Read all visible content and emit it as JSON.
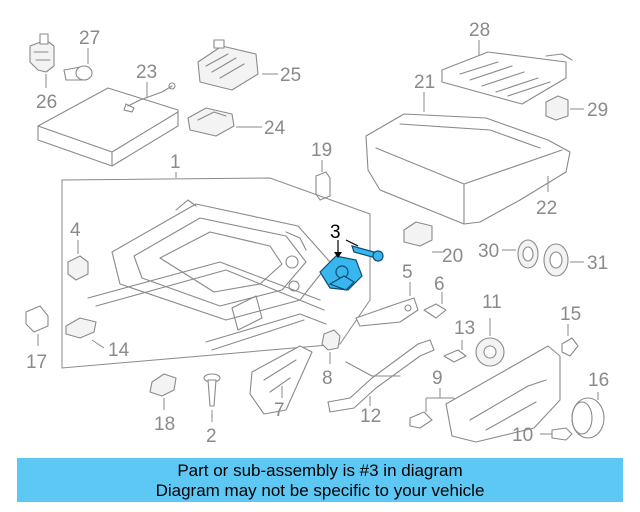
{
  "callouts": {
    "c1": "1",
    "c2": "2",
    "c3": "3",
    "c4": "4",
    "c5": "5",
    "c6": "6",
    "c7": "7",
    "c8": "8",
    "c9": "9",
    "c10": "10",
    "c11": "11",
    "c12": "12",
    "c13": "13",
    "c14": "14",
    "c15": "15",
    "c16": "16",
    "c17": "17",
    "c18": "18",
    "c19": "19",
    "c20": "20",
    "c21": "21",
    "c22": "22",
    "c23": "23",
    "c24": "24",
    "c25": "25",
    "c26": "26",
    "c27": "27",
    "c28": "28",
    "c29": "29",
    "c30": "30",
    "c31": "31"
  },
  "highlight": {
    "part": "3",
    "color": "#38b6ee",
    "banner_color": "#5ec8f4"
  },
  "caption": {
    "line1": "Part or sub-assembly is #3 in diagram",
    "line2": "Diagram may not be specific to your vehicle"
  }
}
